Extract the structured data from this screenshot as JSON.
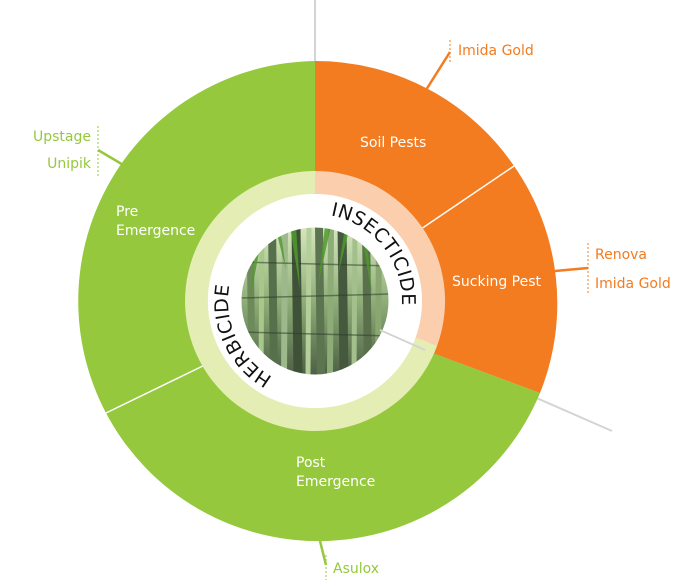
{
  "colors": {
    "herbicide": "#95c83d",
    "insecticide": "#f37b20",
    "herbicide_inner_ring": "#e3edb4",
    "insecticide_inner_ring": "#fbcfae",
    "divider": "#ffffff",
    "guide_line": "#d4d4d4"
  },
  "categories": {
    "insecticide": "INSECTICIDE",
    "herbicide": "HERBICIDE"
  },
  "segments": {
    "soil_pests": "Soil Pests",
    "sucking_pest": "Sucking Pest",
    "pre_emergence_line1": "Pre",
    "pre_emergence_line2": "Emergence",
    "post_emergence_line1": "Post",
    "post_emergence_line2": "Emergence"
  },
  "products": {
    "soil_pests": [
      "Imida Gold"
    ],
    "sucking_pest": [
      "Renova",
      "Imida Gold"
    ],
    "pre_emergence": [
      "Upstage",
      "Unipik"
    ],
    "post_emergence": [
      "Asulox"
    ]
  },
  "center_image": "sugarcane-crop-photo"
}
